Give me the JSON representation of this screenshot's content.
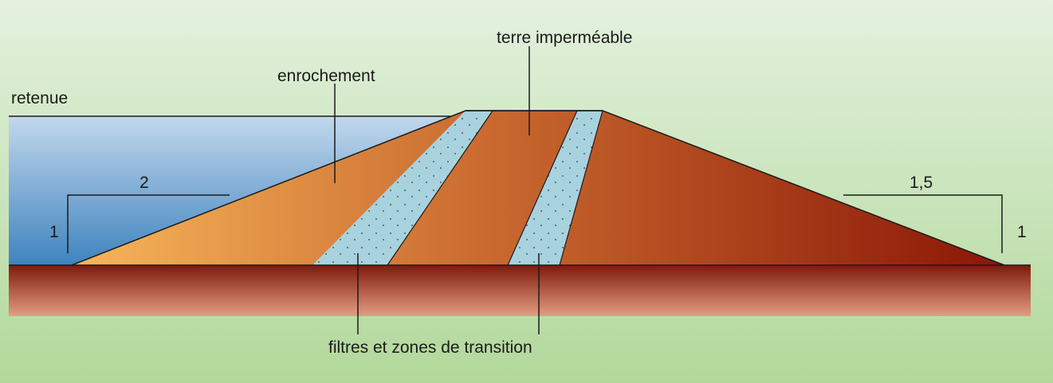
{
  "labels": {
    "reservoir": "retenue",
    "rockfill": "enrochement",
    "impermeable_core": "terre imperméable",
    "filters": "filtres et zones de transition"
  },
  "slopes": {
    "upstream": {
      "horizontal": "2",
      "vertical": "1"
    },
    "downstream": {
      "horizontal": "1,5",
      "vertical": "1"
    }
  },
  "colors": {
    "background_top": "#e4f1de",
    "background_bottom": "#b1d89a",
    "water_top": "#c2d8ec",
    "water_bottom": "#3f83bf",
    "rockfill_light": "#f7b65a",
    "earth_mid": "#c4662e",
    "earth_dark": "#8b1606",
    "filter_fill": "#a9d2df",
    "foundation_top": "#7f1a0c",
    "foundation_bottom": "#e29e82"
  }
}
